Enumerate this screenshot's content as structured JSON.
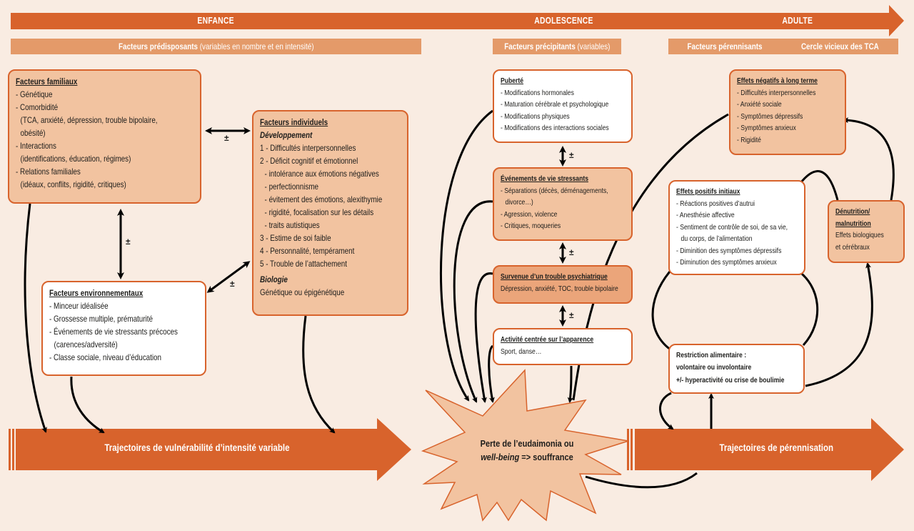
{
  "colors": {
    "background": "#f9ece2",
    "arrow_dark": "#d8632c",
    "band_light": "#e49a69",
    "box_fill": "#f2c3a0",
    "box_dark": "#eba57a",
    "box_white": "#ffffff",
    "connector": "#000000"
  },
  "timeline": {
    "phases": [
      "ENFANCE",
      "ADOLESCENCE",
      "ADULTE"
    ]
  },
  "bands": {
    "predisposing": {
      "bold": "Facteurs prédisposants",
      "normal": " (variables en nombre et en intensité)"
    },
    "precipitating": {
      "bold": "Facteurs précipitants",
      "normal": " (variables)"
    },
    "perpetuating": {
      "bold": "Facteurs pérennisants",
      "extra": "Cercle vicieux des TCA"
    }
  },
  "familial": {
    "title": "Facteurs familiaux",
    "lines": [
      "- Génétique",
      "- Comorbidité",
      "  (TCA, anxiété, dépression, trouble bipolaire,",
      "  obésité)",
      "- Interactions",
      "  (identifications, éducation, régimes)",
      "- Relations familiales",
      "  (idéaux, conflits, rigidité, critiques)"
    ]
  },
  "individual": {
    "title": "Facteurs individuels",
    "subtitle_dev": "Développement",
    "dev_lines": [
      "1 - Difficultés interpersonnelles",
      "2 - Déficit cognitif et émotionnel",
      "  - intolérance aux émotions négatives",
      "  - perfectionnisme",
      "  - évitement des émotions, alexithymie",
      "  - rigidité, focalisation sur les détails",
      "  - traits autistiques",
      "3 - Estime de soi faible",
      "4 - Personnalité, tempérament",
      "5 - Trouble de l’attachement"
    ],
    "subtitle_bio": "Biologie",
    "bio_line": "Génétique ou épigénétique"
  },
  "environmental": {
    "title": "Facteurs environnementaux",
    "lines": [
      "- Minceur idéalisée",
      "- Grossesse multiple, prématurité",
      "- Événements de vie stressants précoces",
      "  (carences/adversité)",
      "- Classe sociale, niveau d’éducation"
    ]
  },
  "puberty": {
    "title": "Puberté",
    "lines": [
      "- Modifications hormonales",
      "- Maturation cérébrale et psychologique",
      "- Modifications physiques",
      "- Modifications des interactions sociales"
    ]
  },
  "stressful_events": {
    "title": "Événements de vie stressants",
    "lines": [
      "- Séparations (décès, déménagements,",
      "  divorce…)",
      "- Agression, violence",
      "- Critiques, moqueries"
    ]
  },
  "psychiatric": {
    "title": "Survenue d’un trouble psychiatrique",
    "line": "Dépression, anxiété, TOC, trouble bipolaire"
  },
  "appearance": {
    "title": "Activité centrée sur l’apparence",
    "line": "Sport, danse…"
  },
  "negative_effects": {
    "title": "Effets négatifs à long terme",
    "lines": [
      "- Difficultés interpersonnelles",
      "- Anxiété sociale",
      "- Symptômes dépressifs",
      "- Symptômes anxieux",
      "- Rigidité"
    ]
  },
  "positive_effects": {
    "title": "Effets positifs initiaux",
    "lines": [
      "- Réactions positives d’autrui",
      "- Anesthésie affective",
      "- Sentiment de contrôle de soi, de sa vie,",
      "  du corps, de l’alimentation",
      "- Diminition des symptômes dépressifs",
      "- Diminution des symptômes anxieux"
    ]
  },
  "denutrition": {
    "title1": "Dénutrition/",
    "title2": "malnutrition",
    "line1": "Effets biologiques",
    "line2": "et cérébraux"
  },
  "restriction": {
    "line1": "Restriction alimentaire :",
    "line2": "volontaire ou involontaire",
    "line3": "+/- hyperactivité ou crise de boulimie"
  },
  "starburst": {
    "line1": "Perte de l’eudaimonia ou",
    "line2_italic": "well-being",
    "line2_rest": " => souffrance"
  },
  "trajectories": {
    "vulnerability": "Trajectoires de vulnérabilité d’intensité variable",
    "perennisation": "Trajectoires de pérennisation"
  },
  "plus_minus": "±"
}
